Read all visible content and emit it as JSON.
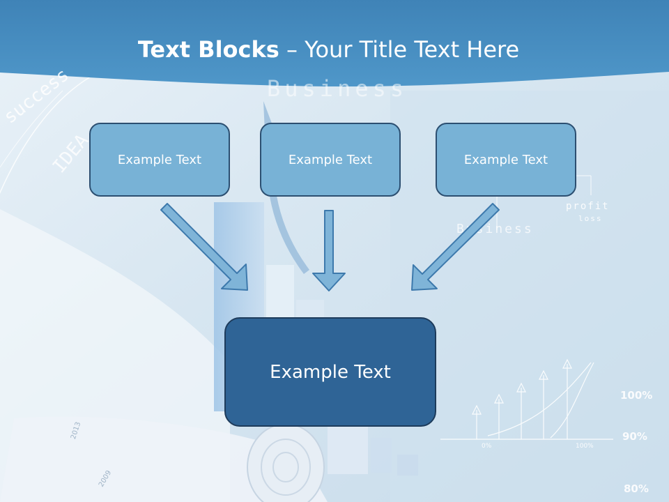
{
  "slide": {
    "title_bold": "Text Blocks",
    "title_rest": " – Your Title Text Here",
    "top_boxes": [
      {
        "label": "Example Text"
      },
      {
        "label": "Example Text"
      },
      {
        "label": "Example Text"
      }
    ],
    "bottom_box": {
      "label": "Example Text"
    }
  },
  "background": {
    "business_top": "Business",
    "business_right": "Business",
    "success": "success",
    "idea": "IDEA",
    "profit": "profit",
    "loss": "loss",
    "percent_100": "100%",
    "percent_90": "90%",
    "percent_80": "80%",
    "year_2013": "2013",
    "year_2009": "2009",
    "axis_0": "0%",
    "axis_100": "100%"
  },
  "colors": {
    "header_blue": "#4a8fc0",
    "small_box_fill": "#78b2d6",
    "big_box_fill": "#2f6496",
    "arrow_fill": "#7fb4d8"
  }
}
